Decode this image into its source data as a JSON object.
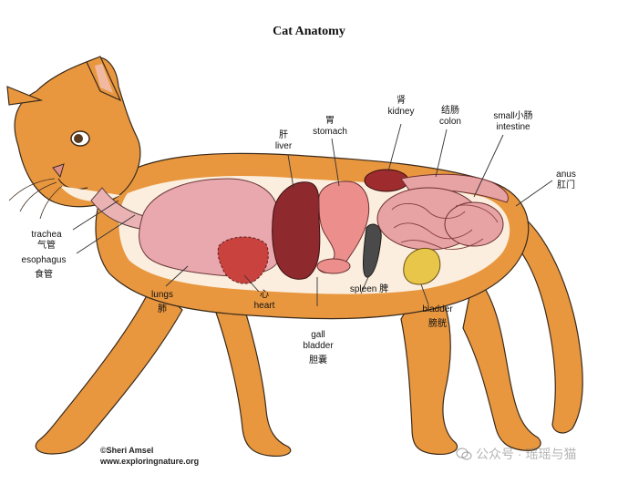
{
  "title": "Cat Anatomy",
  "credit": {
    "line1": "©Sheri Amsel",
    "line2": "www.exploringnature.org"
  },
  "watermark": "公众号 · 瑶瑶与猫",
  "labels": {
    "liver": {
      "zh": "肝",
      "en": "liver"
    },
    "stomach": {
      "zh": "胃",
      "en": "stomach"
    },
    "kidney": {
      "zh": "肾",
      "en": "kidney"
    },
    "colon": {
      "zh": "结肠",
      "en": "colon"
    },
    "small_intestine": {
      "en1": "small小肠",
      "en2": "intestine"
    },
    "anus": {
      "en": "anus",
      "zh": "肛门"
    },
    "trachea": {
      "en": "trachea",
      "zh": "气管"
    },
    "esophagus": {
      "en": "esophagus",
      "zh": "食管"
    },
    "lungs": {
      "en": "lungs",
      "zh": "肺"
    },
    "heart": {
      "zh": "心",
      "en": "heart"
    },
    "gall_bladder": {
      "en1": "gall",
      "en2": "bladder",
      "zh": "胆囊"
    },
    "spleen": {
      "en": "spleen",
      "zh": "脾"
    },
    "bladder": {
      "en": "bladder",
      "zh": "膀胱"
    }
  },
  "colors": {
    "fur": "#e8973f",
    "fur_dark": "#c9722a",
    "body_interior": "#fbeede",
    "lungs": "#e9a7ae",
    "liver": "#8e2a2e",
    "stomach": "#ec8f8c",
    "kidney": "#9e2c2e",
    "intestine": "#e7a2a4",
    "spleen": "#4a4a4a",
    "bladder": "#e8c64a",
    "heart": "#c9423e",
    "outline": "#3a2a1a"
  }
}
